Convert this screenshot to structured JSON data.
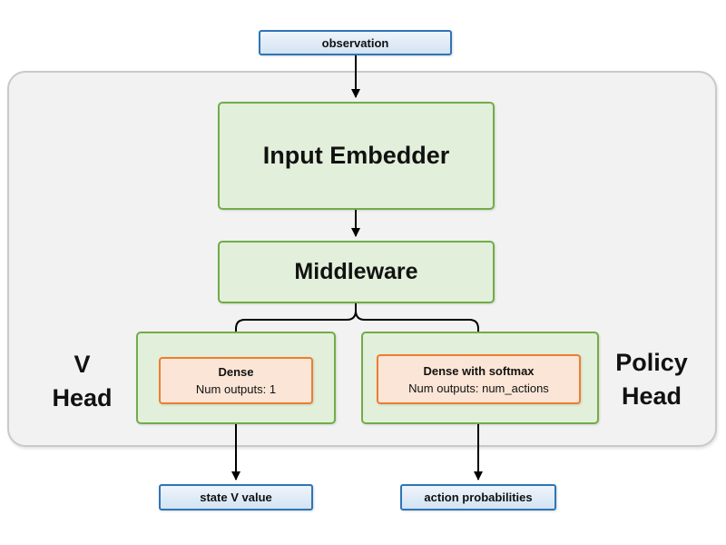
{
  "diagram": {
    "observation": "observation",
    "input_embedder": "Input Embedder",
    "middleware": "Middleware",
    "v_head": {
      "line1": "V",
      "line2": "Head"
    },
    "policy_head": {
      "line1": "Policy",
      "line2": "Head"
    },
    "v_dense": {
      "title": "Dense",
      "subtitle": "Num outputs: 1"
    },
    "policy_dense": {
      "title": "Dense with softmax",
      "subtitle": "Num outputs: num_actions"
    },
    "state_v_value": "state V value",
    "action_probabilities": "action probabilities"
  },
  "colors": {
    "blue_border": "#2E75B6",
    "blue_fill": "#DCE9F7",
    "green_border": "#70AD47",
    "green_fill": "#E2EFDA",
    "orange_border": "#ED7D31",
    "orange_fill": "#FBE5D6",
    "container_fill": "#F2F2F2",
    "container_border": "#C9C9C9",
    "arrow": "#000000"
  }
}
